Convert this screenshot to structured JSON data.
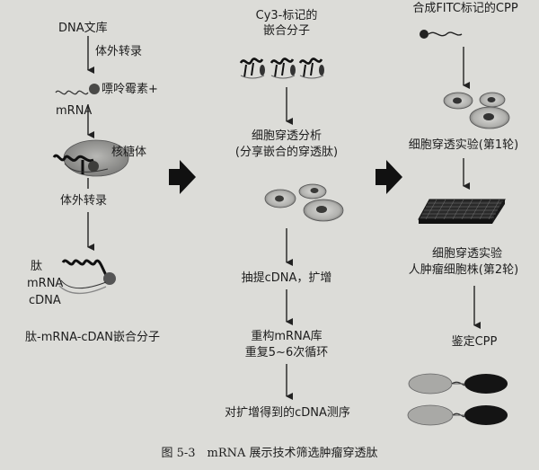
{
  "figure": {
    "caption": "图 5-3　mRNA 展示技术筛选肿瘤穿透肽"
  },
  "left_column": {
    "dna_library": "DNA文库",
    "in_vitro_transcription": "体外转录",
    "puromycin": "嘌呤霉素+",
    "mrna": "mRNA",
    "ribosome": "核糖体",
    "in_vitro_transcription_2": "体外转录",
    "peptide": "肽",
    "mrna_2": "mRNA",
    "cdna": "cDNA",
    "complex": "肽-mRNA-cDAN嵌合分子"
  },
  "middle_column": {
    "cy3_line1": "Cy3-标记的",
    "cy3_line2": "嵌合分子",
    "penetration_line1": "细胞穿透分析",
    "penetration_line2": "(分享嵌合的穿透肽)",
    "extract": "抽提cDNA，扩增",
    "rebuild_line1": "重构mRNA库",
    "rebuild_line2": "重复5~6次循环",
    "sequencing": "对扩增得到的cDNA测序"
  },
  "right_column": {
    "fitc": "合成FITC标记的CPP",
    "round1": "细胞穿透实验(第1轮)",
    "round2_line1": "细胞穿透实验",
    "round2_line2": "人肿瘤细胞株(第2轮)",
    "identify": "鉴定CPP"
  }
}
